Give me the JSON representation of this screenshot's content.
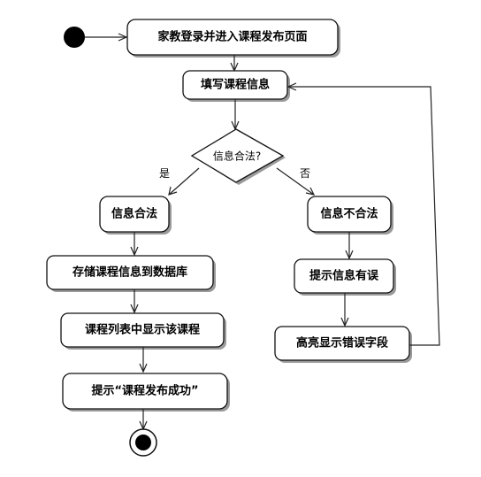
{
  "activities": {
    "login": "家教登录并进入课程发布页面",
    "fill_info": "填写课程信息",
    "valid": "信息合法",
    "invalid": "信息不合法",
    "store": "存储课程信息到数据库",
    "list_show": "课程列表中显示该课程",
    "prompt_success": "提示“课程发布成功”",
    "prompt_error": "提示信息有误",
    "highlight_error": "高亮显示错误字段"
  },
  "decision": {
    "question": "信息合法?",
    "yes": "是",
    "no": "否"
  }
}
